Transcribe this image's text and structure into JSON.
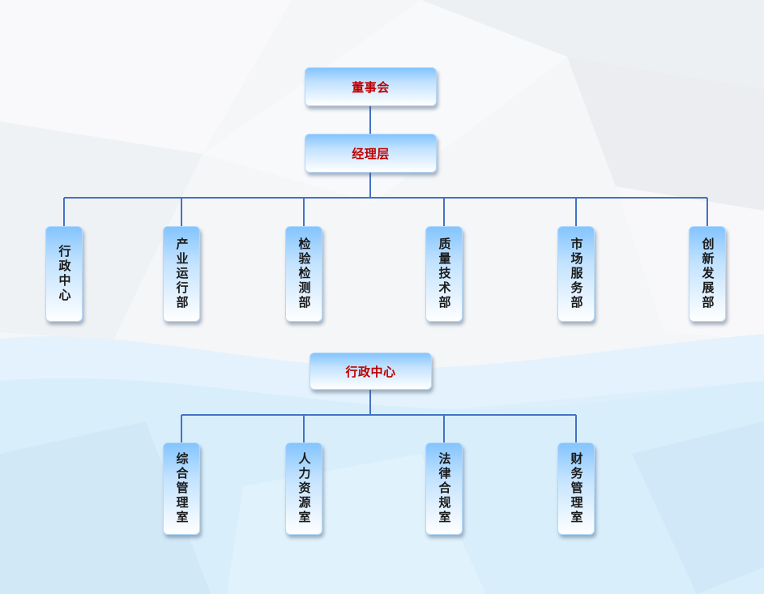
{
  "colors": {
    "connector": "#4472c4",
    "node_top": "#83c4ff",
    "node_bottom": "#ffffff",
    "top_label": "#c00000",
    "dept_label": "#1a1a1a",
    "wave": "#daeefb"
  },
  "top_chart": {
    "board": "董事会",
    "management": "经理层",
    "departments": [
      "行政中心",
      "产业运行部",
      "检验检测部",
      "质量技术部",
      "市场服务部",
      "创新发展部"
    ]
  },
  "admin_chart": {
    "head": "行政中心",
    "offices": [
      "综合管理室",
      "人力资源室",
      "法律合规室",
      "财务管理室"
    ]
  }
}
